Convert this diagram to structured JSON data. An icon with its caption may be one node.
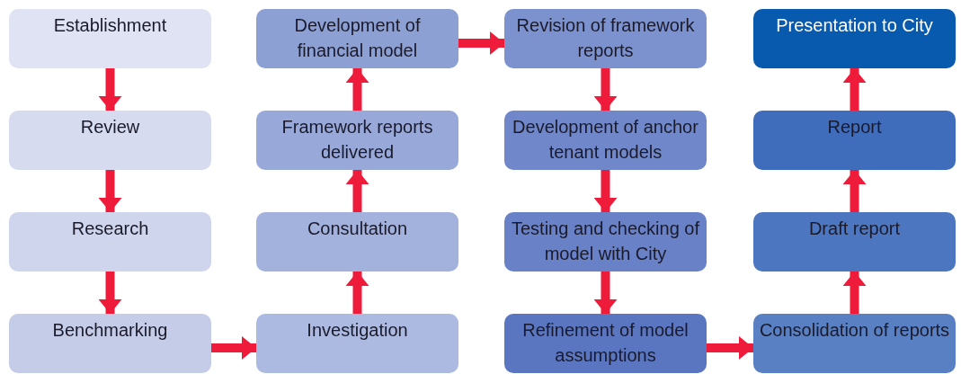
{
  "diagram": {
    "nodes": [
      {
        "text": [
          "Establishment"
        ]
      },
      {
        "text": [
          "Review"
        ]
      },
      {
        "text": [
          "Research"
        ]
      },
      {
        "text": [
          "Benchmarking"
        ]
      },
      {
        "text": [
          "Development of financial model"
        ]
      },
      {
        "text": [
          "Framework reports delivered"
        ]
      },
      {
        "text": [
          "Consultation"
        ]
      },
      {
        "text": [
          "Investigation"
        ]
      },
      {
        "text": [
          "Revision of framework reports"
        ]
      },
      {
        "text": [
          "Development of anchor tenant models"
        ]
      },
      {
        "text": [
          "Testing and checking of model with City"
        ]
      },
      {
        "text": [
          "Refinement of model assumptions"
        ]
      },
      {
        "text": [
          "Presentation to City"
        ]
      },
      {
        "text": [
          "Report"
        ]
      },
      {
        "text": [
          "Draft report"
        ]
      },
      {
        "text": [
          "Consolidation of reports"
        ]
      }
    ],
    "edges": [
      {
        "from": 0,
        "to": 1,
        "arrow": "to"
      },
      {
        "from": 1,
        "to": 2,
        "arrow": "to"
      },
      {
        "from": 2,
        "to": 3,
        "arrow": "to"
      },
      {
        "from": 3,
        "to": 7,
        "arrow": "to"
      },
      {
        "from": 7,
        "to": 6,
        "arrow": "to"
      },
      {
        "from": 6,
        "to": 5,
        "arrow": "to"
      },
      {
        "from": 5,
        "to": 4,
        "arrow": "to"
      },
      {
        "from": 4,
        "to": 8,
        "arrow": "to"
      },
      {
        "from": 8,
        "to": 9,
        "arrow": "to"
      },
      {
        "from": 9,
        "to": 10,
        "arrow": "to"
      },
      {
        "from": 10,
        "to": 11,
        "arrow": "to"
      },
      {
        "from": 11,
        "to": 15,
        "arrow": "to"
      },
      {
        "from": 15,
        "to": 14,
        "arrow": "to"
      },
      {
        "from": 14,
        "to": 13,
        "arrow": "to"
      },
      {
        "from": 13,
        "to": 12,
        "arrow": "to"
      }
    ]
  }
}
